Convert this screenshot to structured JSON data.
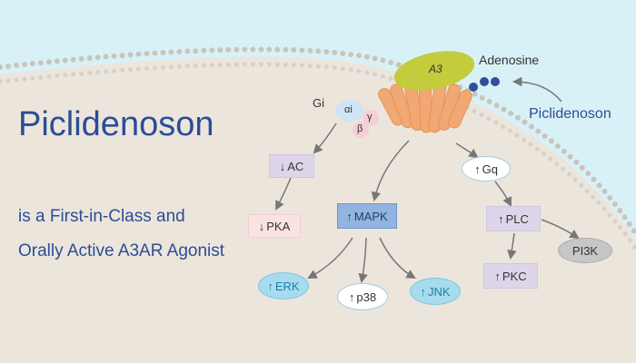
{
  "title": "Piclidenoson",
  "subtitle_line1": "is a First-in-Class and",
  "subtitle_line2": "Orally Active A3AR Agonist",
  "ligand": "Adenosine",
  "drug": "Piclidenoson",
  "receptor": "A3",
  "gi": {
    "label": "Gi",
    "alpha": "αi",
    "beta": "β",
    "gamma": "γ"
  },
  "arrows": {
    "up": "↑",
    "down": "↓"
  },
  "nodes": {
    "ac": "AC",
    "pka": "PKA",
    "mapk": "MAPK",
    "erk": "ERK",
    "p38": "p38",
    "jnk": "JNK",
    "gq": "Gq",
    "plc": "PLC",
    "pkc": "PKC",
    "pi3k": "PI3K"
  },
  "colors": {
    "title": "#2c4d96",
    "background": "#d8f1f7",
    "cell": "#ece5dc",
    "membrane_dots": "#c9c4bd",
    "receptor_helix": "#f2a873",
    "receptor_cap": "#c2cc3c",
    "ligand_dots": "#2e4f9e",
    "mapk": "#93b4df",
    "erk_jnk": "#a7dcee",
    "box_lavender": "#ddd6ea",
    "box_pink": "#fbe2e2",
    "pi3k": "#c7c7c7"
  }
}
